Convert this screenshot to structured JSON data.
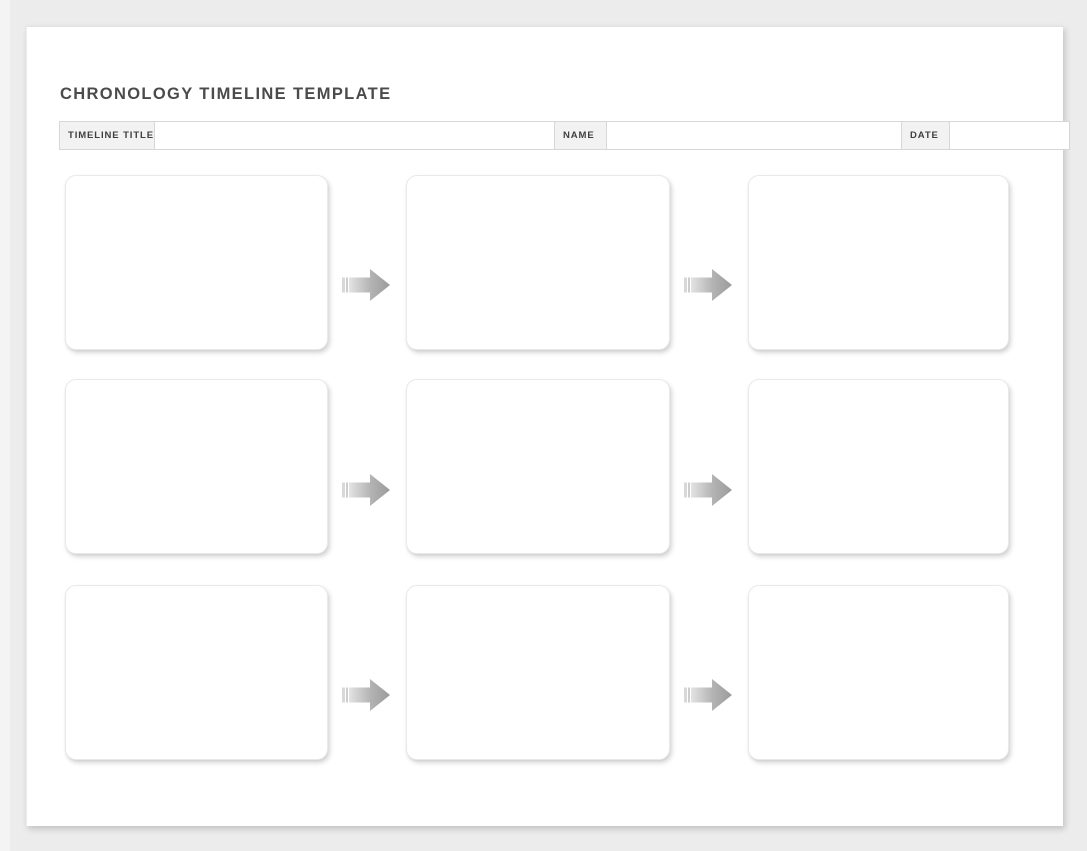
{
  "document": {
    "title": "CHRONOLOGY TIMELINE TEMPLATE",
    "background_color": "#ececec",
    "sheet_color": "#ffffff"
  },
  "info_row": {
    "fields": [
      {
        "label": "TIMELINE TITLE",
        "value": ""
      },
      {
        "label": "NAME",
        "value": ""
      },
      {
        "label": "DATE",
        "value": ""
      }
    ]
  },
  "timeline": {
    "rows": [
      {
        "cards": [
          {
            "name": "event-card-1",
            "text": ""
          },
          {
            "name": "event-card-2",
            "text": ""
          },
          {
            "name": "event-card-3",
            "text": ""
          }
        ],
        "connectors": [
          {
            "name": "arrow-1",
            "direction": "right"
          },
          {
            "name": "arrow-2",
            "direction": "right"
          }
        ]
      },
      {
        "cards": [
          {
            "name": "event-card-4",
            "text": ""
          },
          {
            "name": "event-card-5",
            "text": ""
          },
          {
            "name": "event-card-6",
            "text": ""
          }
        ],
        "connectors": [
          {
            "name": "arrow-3",
            "direction": "right"
          },
          {
            "name": "arrow-4",
            "direction": "right"
          }
        ]
      },
      {
        "cards": [
          {
            "name": "event-card-7",
            "text": ""
          },
          {
            "name": "event-card-8",
            "text": ""
          },
          {
            "name": "event-card-9",
            "text": ""
          }
        ],
        "connectors": [
          {
            "name": "arrow-5",
            "direction": "right"
          },
          {
            "name": "arrow-6",
            "direction": "right"
          }
        ]
      }
    ]
  },
  "colors": {
    "title_text": "#4b4b4b",
    "label_text": "#3f3f3f",
    "label_fill": "#f2f2f2",
    "table_border": "#d7d7d7",
    "card_border": "#e9e9e9",
    "arrow_light": "#dcdcdc",
    "arrow_dark": "#9a9a9a"
  },
  "icons": {
    "connector": "right-arrow-icon"
  }
}
